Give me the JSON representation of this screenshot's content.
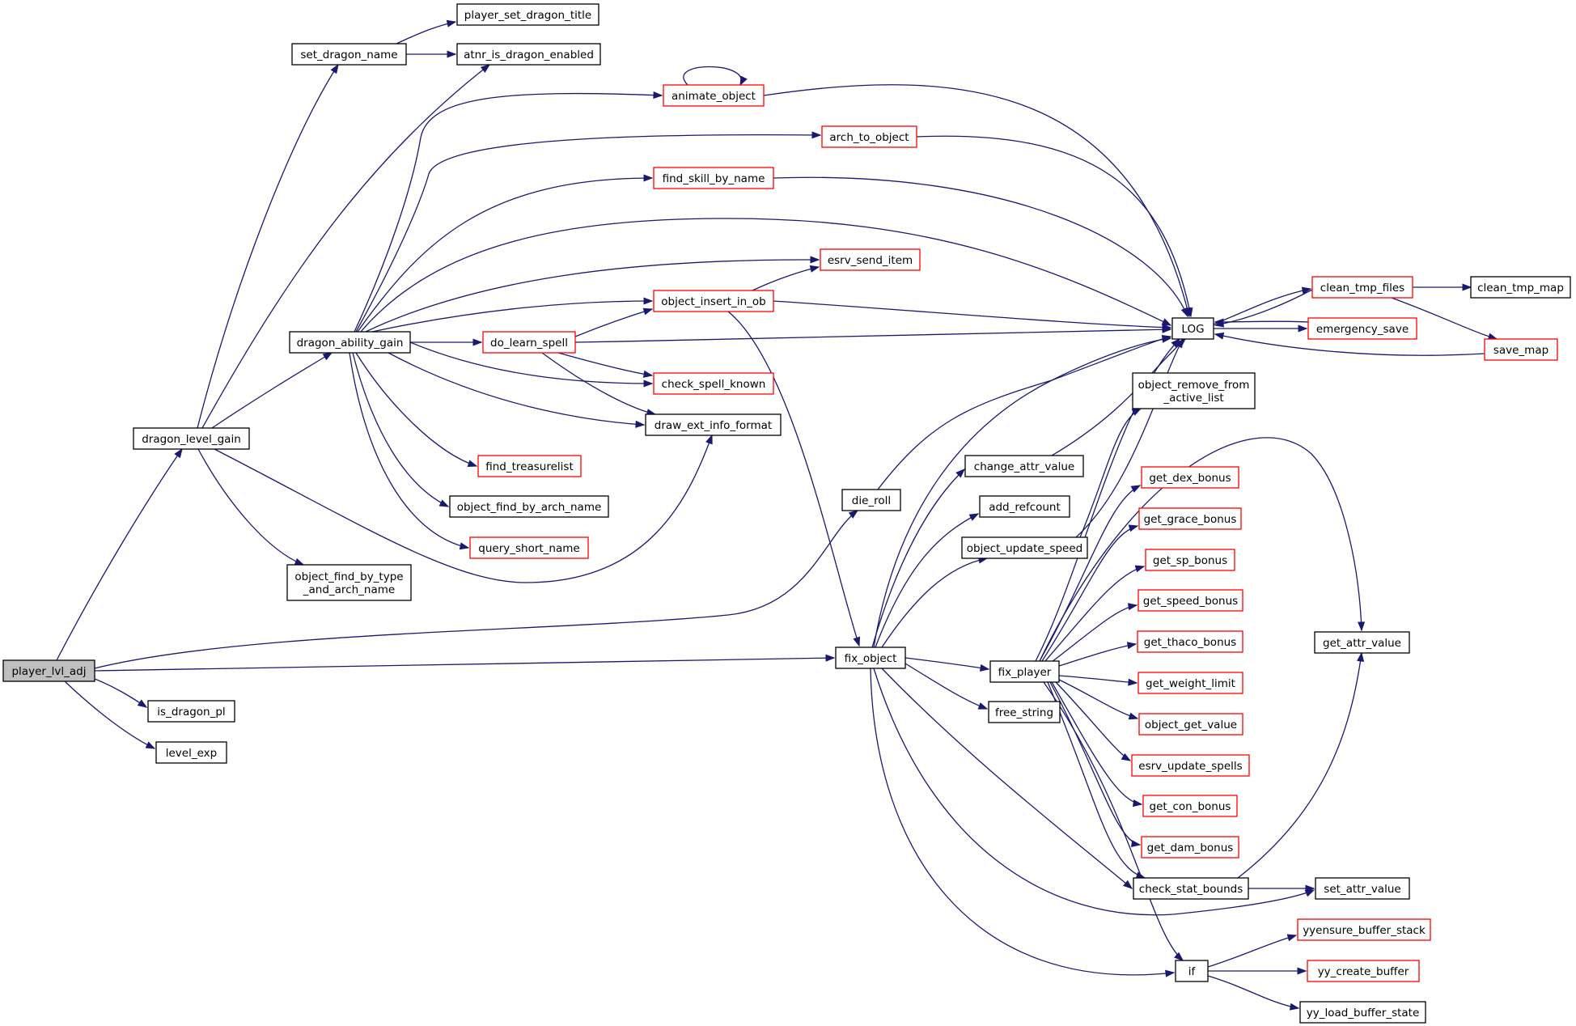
{
  "colors": {
    "edge": "#191970",
    "root_fill": "#bfbfbf",
    "normal_border": "#000000",
    "truncated_border": "#ff0000"
  },
  "nodes": {
    "player_lvl_adj": {
      "label": "player_lvl_adj",
      "kind": "root"
    },
    "is_dragon_pl": {
      "label": "is_dragon_pl",
      "kind": "normal"
    },
    "level_exp": {
      "label": "level_exp",
      "kind": "normal"
    },
    "dragon_level_gain": {
      "label": "dragon_level_gain",
      "kind": "normal"
    },
    "set_dragon_name": {
      "label": "set_dragon_name",
      "kind": "normal"
    },
    "player_set_dragon_title": {
      "label": "player_set_dragon_title",
      "kind": "normal"
    },
    "atnr_is_dragon_enabled": {
      "label": "atnr_is_dragon_enabled",
      "kind": "normal"
    },
    "dragon_ability_gain": {
      "label": "dragon_ability_gain",
      "kind": "normal"
    },
    "object_find_by_type_and_arch_name": {
      "label": [
        "object_find_by_type",
        "_and_arch_name"
      ],
      "kind": "normal"
    },
    "animate_object": {
      "label": "animate_object",
      "kind": "truncated"
    },
    "arch_to_object": {
      "label": "arch_to_object",
      "kind": "truncated"
    },
    "find_skill_by_name": {
      "label": "find_skill_by_name",
      "kind": "truncated"
    },
    "esrv_send_item": {
      "label": "esrv_send_item",
      "kind": "truncated"
    },
    "object_insert_in_ob": {
      "label": "object_insert_in_ob",
      "kind": "truncated"
    },
    "do_learn_spell": {
      "label": "do_learn_spell",
      "kind": "truncated"
    },
    "check_spell_known": {
      "label": "check_spell_known",
      "kind": "truncated"
    },
    "draw_ext_info_format": {
      "label": "draw_ext_info_format",
      "kind": "normal"
    },
    "find_treasurelist": {
      "label": "find_treasurelist",
      "kind": "truncated"
    },
    "object_find_by_arch_name": {
      "label": "object_find_by_arch_name",
      "kind": "normal"
    },
    "query_short_name": {
      "label": "query_short_name",
      "kind": "truncated"
    },
    "LOG": {
      "label": "LOG",
      "kind": "normal"
    },
    "clean_tmp_files": {
      "label": "clean_tmp_files",
      "kind": "truncated"
    },
    "clean_tmp_map": {
      "label": "clean_tmp_map",
      "kind": "normal"
    },
    "emergency_save": {
      "label": "emergency_save",
      "kind": "truncated"
    },
    "save_map": {
      "label": "save_map",
      "kind": "truncated"
    },
    "die_roll": {
      "label": "die_roll",
      "kind": "normal"
    },
    "fix_object": {
      "label": "fix_object",
      "kind": "normal"
    },
    "object_remove_from_active_list": {
      "label": [
        "object_remove_from",
        "_active_list"
      ],
      "kind": "normal"
    },
    "change_attr_value": {
      "label": "change_attr_value",
      "kind": "normal"
    },
    "add_refcount": {
      "label": "add_refcount",
      "kind": "normal"
    },
    "object_update_speed": {
      "label": "object_update_speed",
      "kind": "normal"
    },
    "fix_player": {
      "label": "fix_player",
      "kind": "normal"
    },
    "free_string": {
      "label": "free_string",
      "kind": "normal"
    },
    "get_dex_bonus": {
      "label": "get_dex_bonus",
      "kind": "truncated"
    },
    "get_grace_bonus": {
      "label": "get_grace_bonus",
      "kind": "truncated"
    },
    "get_sp_bonus": {
      "label": "get_sp_bonus",
      "kind": "truncated"
    },
    "get_speed_bonus": {
      "label": "get_speed_bonus",
      "kind": "truncated"
    },
    "get_thaco_bonus": {
      "label": "get_thaco_bonus",
      "kind": "truncated"
    },
    "get_weight_limit": {
      "label": "get_weight_limit",
      "kind": "truncated"
    },
    "object_get_value": {
      "label": "object_get_value",
      "kind": "truncated"
    },
    "esrv_update_spells": {
      "label": "esrv_update_spells",
      "kind": "truncated"
    },
    "get_con_bonus": {
      "label": "get_con_bonus",
      "kind": "truncated"
    },
    "get_dam_bonus": {
      "label": "get_dam_bonus",
      "kind": "truncated"
    },
    "check_stat_bounds": {
      "label": "check_stat_bounds",
      "kind": "normal"
    },
    "get_attr_value": {
      "label": "get_attr_value",
      "kind": "normal"
    },
    "set_attr_value": {
      "label": "set_attr_value",
      "kind": "normal"
    },
    "if": {
      "label": "if",
      "kind": "normal"
    },
    "yyensure_buffer_stack": {
      "label": "yyensure_buffer_stack",
      "kind": "truncated"
    },
    "yy_create_buffer": {
      "label": "yy_create_buffer",
      "kind": "truncated"
    },
    "yy_load_buffer_state": {
      "label": "yy_load_buffer_state",
      "kind": "normal"
    }
  },
  "edges": [
    [
      "player_lvl_adj",
      "dragon_level_gain"
    ],
    [
      "player_lvl_adj",
      "die_roll"
    ],
    [
      "player_lvl_adj",
      "fix_object"
    ],
    [
      "player_lvl_adj",
      "is_dragon_pl"
    ],
    [
      "player_lvl_adj",
      "level_exp"
    ],
    [
      "dragon_level_gain",
      "set_dragon_name"
    ],
    [
      "dragon_level_gain",
      "atnr_is_dragon_enabled"
    ],
    [
      "dragon_level_gain",
      "dragon_ability_gain"
    ],
    [
      "dragon_level_gain",
      "object_find_by_type_and_arch_name"
    ],
    [
      "dragon_level_gain",
      "draw_ext_info_format"
    ],
    [
      "set_dragon_name",
      "player_set_dragon_title"
    ],
    [
      "set_dragon_name",
      "atnr_is_dragon_enabled"
    ],
    [
      "dragon_ability_gain",
      "animate_object"
    ],
    [
      "dragon_ability_gain",
      "arch_to_object"
    ],
    [
      "dragon_ability_gain",
      "find_skill_by_name"
    ],
    [
      "dragon_ability_gain",
      "LOG"
    ],
    [
      "dragon_ability_gain",
      "esrv_send_item"
    ],
    [
      "dragon_ability_gain",
      "object_insert_in_ob"
    ],
    [
      "dragon_ability_gain",
      "do_learn_spell"
    ],
    [
      "dragon_ability_gain",
      "check_spell_known"
    ],
    [
      "dragon_ability_gain",
      "draw_ext_info_format"
    ],
    [
      "dragon_ability_gain",
      "find_treasurelist"
    ],
    [
      "dragon_ability_gain",
      "object_find_by_arch_name"
    ],
    [
      "dragon_ability_gain",
      "query_short_name"
    ],
    [
      "animate_object",
      "animate_object"
    ],
    [
      "animate_object",
      "LOG"
    ],
    [
      "arch_to_object",
      "LOG"
    ],
    [
      "find_skill_by_name",
      "LOG"
    ],
    [
      "object_insert_in_ob",
      "esrv_send_item"
    ],
    [
      "object_insert_in_ob",
      "LOG"
    ],
    [
      "object_insert_in_ob",
      "fix_object"
    ],
    [
      "do_learn_spell",
      "object_insert_in_ob"
    ],
    [
      "do_learn_spell",
      "LOG"
    ],
    [
      "do_learn_spell",
      "check_spell_known"
    ],
    [
      "do_learn_spell",
      "draw_ext_info_format"
    ],
    [
      "LOG",
      "clean_tmp_files"
    ],
    [
      "LOG",
      "emergency_save"
    ],
    [
      "clean_tmp_files",
      "LOG"
    ],
    [
      "clean_tmp_files",
      "clean_tmp_map"
    ],
    [
      "clean_tmp_files",
      "save_map"
    ],
    [
      "emergency_save",
      "LOG"
    ],
    [
      "save_map",
      "LOG"
    ],
    [
      "die_roll",
      "LOG"
    ],
    [
      "fix_object",
      "LOG"
    ],
    [
      "fix_object",
      "change_attr_value"
    ],
    [
      "fix_object",
      "add_refcount"
    ],
    [
      "fix_object",
      "object_update_speed"
    ],
    [
      "fix_object",
      "fix_player"
    ],
    [
      "fix_object",
      "free_string"
    ],
    [
      "fix_object",
      "check_stat_bounds"
    ],
    [
      "fix_object",
      "set_attr_value"
    ],
    [
      "fix_object",
      "if"
    ],
    [
      "change_attr_value",
      "LOG"
    ],
    [
      "object_update_speed",
      "LOG"
    ],
    [
      "object_update_speed",
      "object_remove_from_active_list"
    ],
    [
      "fix_player",
      "LOG"
    ],
    [
      "fix_player",
      "get_attr_value"
    ],
    [
      "fix_player",
      "get_dex_bonus"
    ],
    [
      "fix_player",
      "get_grace_bonus"
    ],
    [
      "fix_player",
      "get_sp_bonus"
    ],
    [
      "fix_player",
      "get_speed_bonus"
    ],
    [
      "fix_player",
      "get_thaco_bonus"
    ],
    [
      "fix_player",
      "get_weight_limit"
    ],
    [
      "fix_player",
      "object_get_value"
    ],
    [
      "fix_player",
      "esrv_update_spells"
    ],
    [
      "fix_player",
      "get_con_bonus"
    ],
    [
      "fix_player",
      "get_dam_bonus"
    ],
    [
      "fix_player",
      "check_stat_bounds"
    ],
    [
      "fix_player",
      "if"
    ],
    [
      "check_stat_bounds",
      "get_attr_value"
    ],
    [
      "check_stat_bounds",
      "set_attr_value"
    ],
    [
      "if",
      "yyensure_buffer_stack"
    ],
    [
      "if",
      "yy_create_buffer"
    ],
    [
      "if",
      "yy_load_buffer_state"
    ]
  ]
}
